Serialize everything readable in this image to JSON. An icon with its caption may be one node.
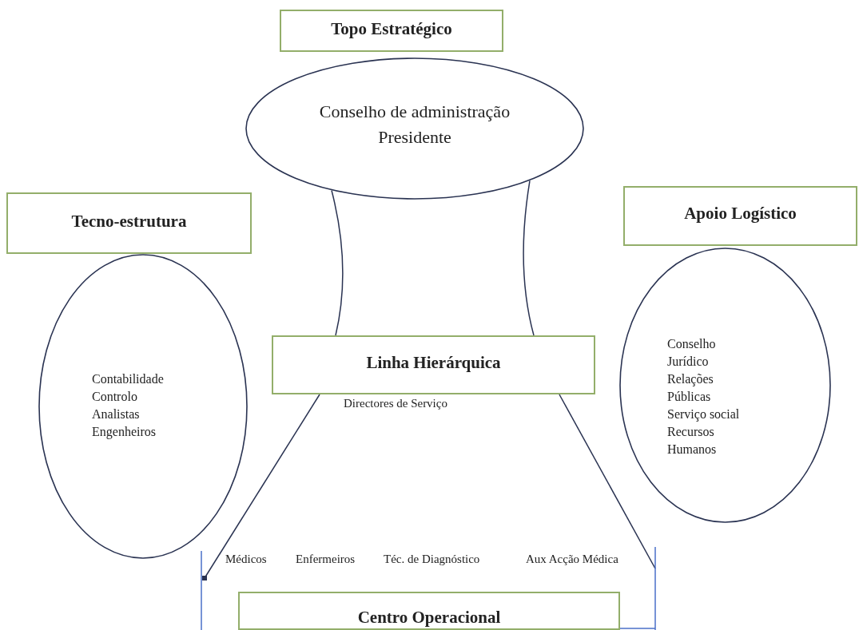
{
  "diagram": {
    "nodes": [
      {
        "text": [
          "Topo Estratégico"
        ]
      },
      {
        "text": [
          "Conselho de administração",
          "Presidente"
        ]
      },
      {
        "text": [
          "Tecno-estrutura"
        ]
      },
      {
        "text": [
          "Contabilidade",
          "Controlo",
          "Analistas",
          "Engenheiros"
        ]
      },
      {
        "text": [
          "Linha Hierárquica"
        ]
      },
      {
        "text": [
          "Apoio Logístico"
        ]
      },
      {
        "text": [
          "Conselho Jurídico",
          "Relações Públicas",
          "Serviço social",
          "Recursos Humanos"
        ]
      },
      {
        "text": [
          "Centro Operacional"
        ]
      }
    ],
    "edges": [
      {
        "from": 1,
        "to": 4,
        "arrow": "none"
      },
      {
        "from": 1,
        "to": 4,
        "arrow": "none"
      },
      {
        "from": 4,
        "to": null,
        "arrow": "other"
      },
      {
        "from": 4,
        "to": null,
        "arrow": "none"
      }
    ],
    "labels": [
      "Directores de Serviço",
      "Médicos",
      "Enfermeiros",
      "Téc. de Diagnóstico",
      "Aux Acção Médica"
    ]
  }
}
